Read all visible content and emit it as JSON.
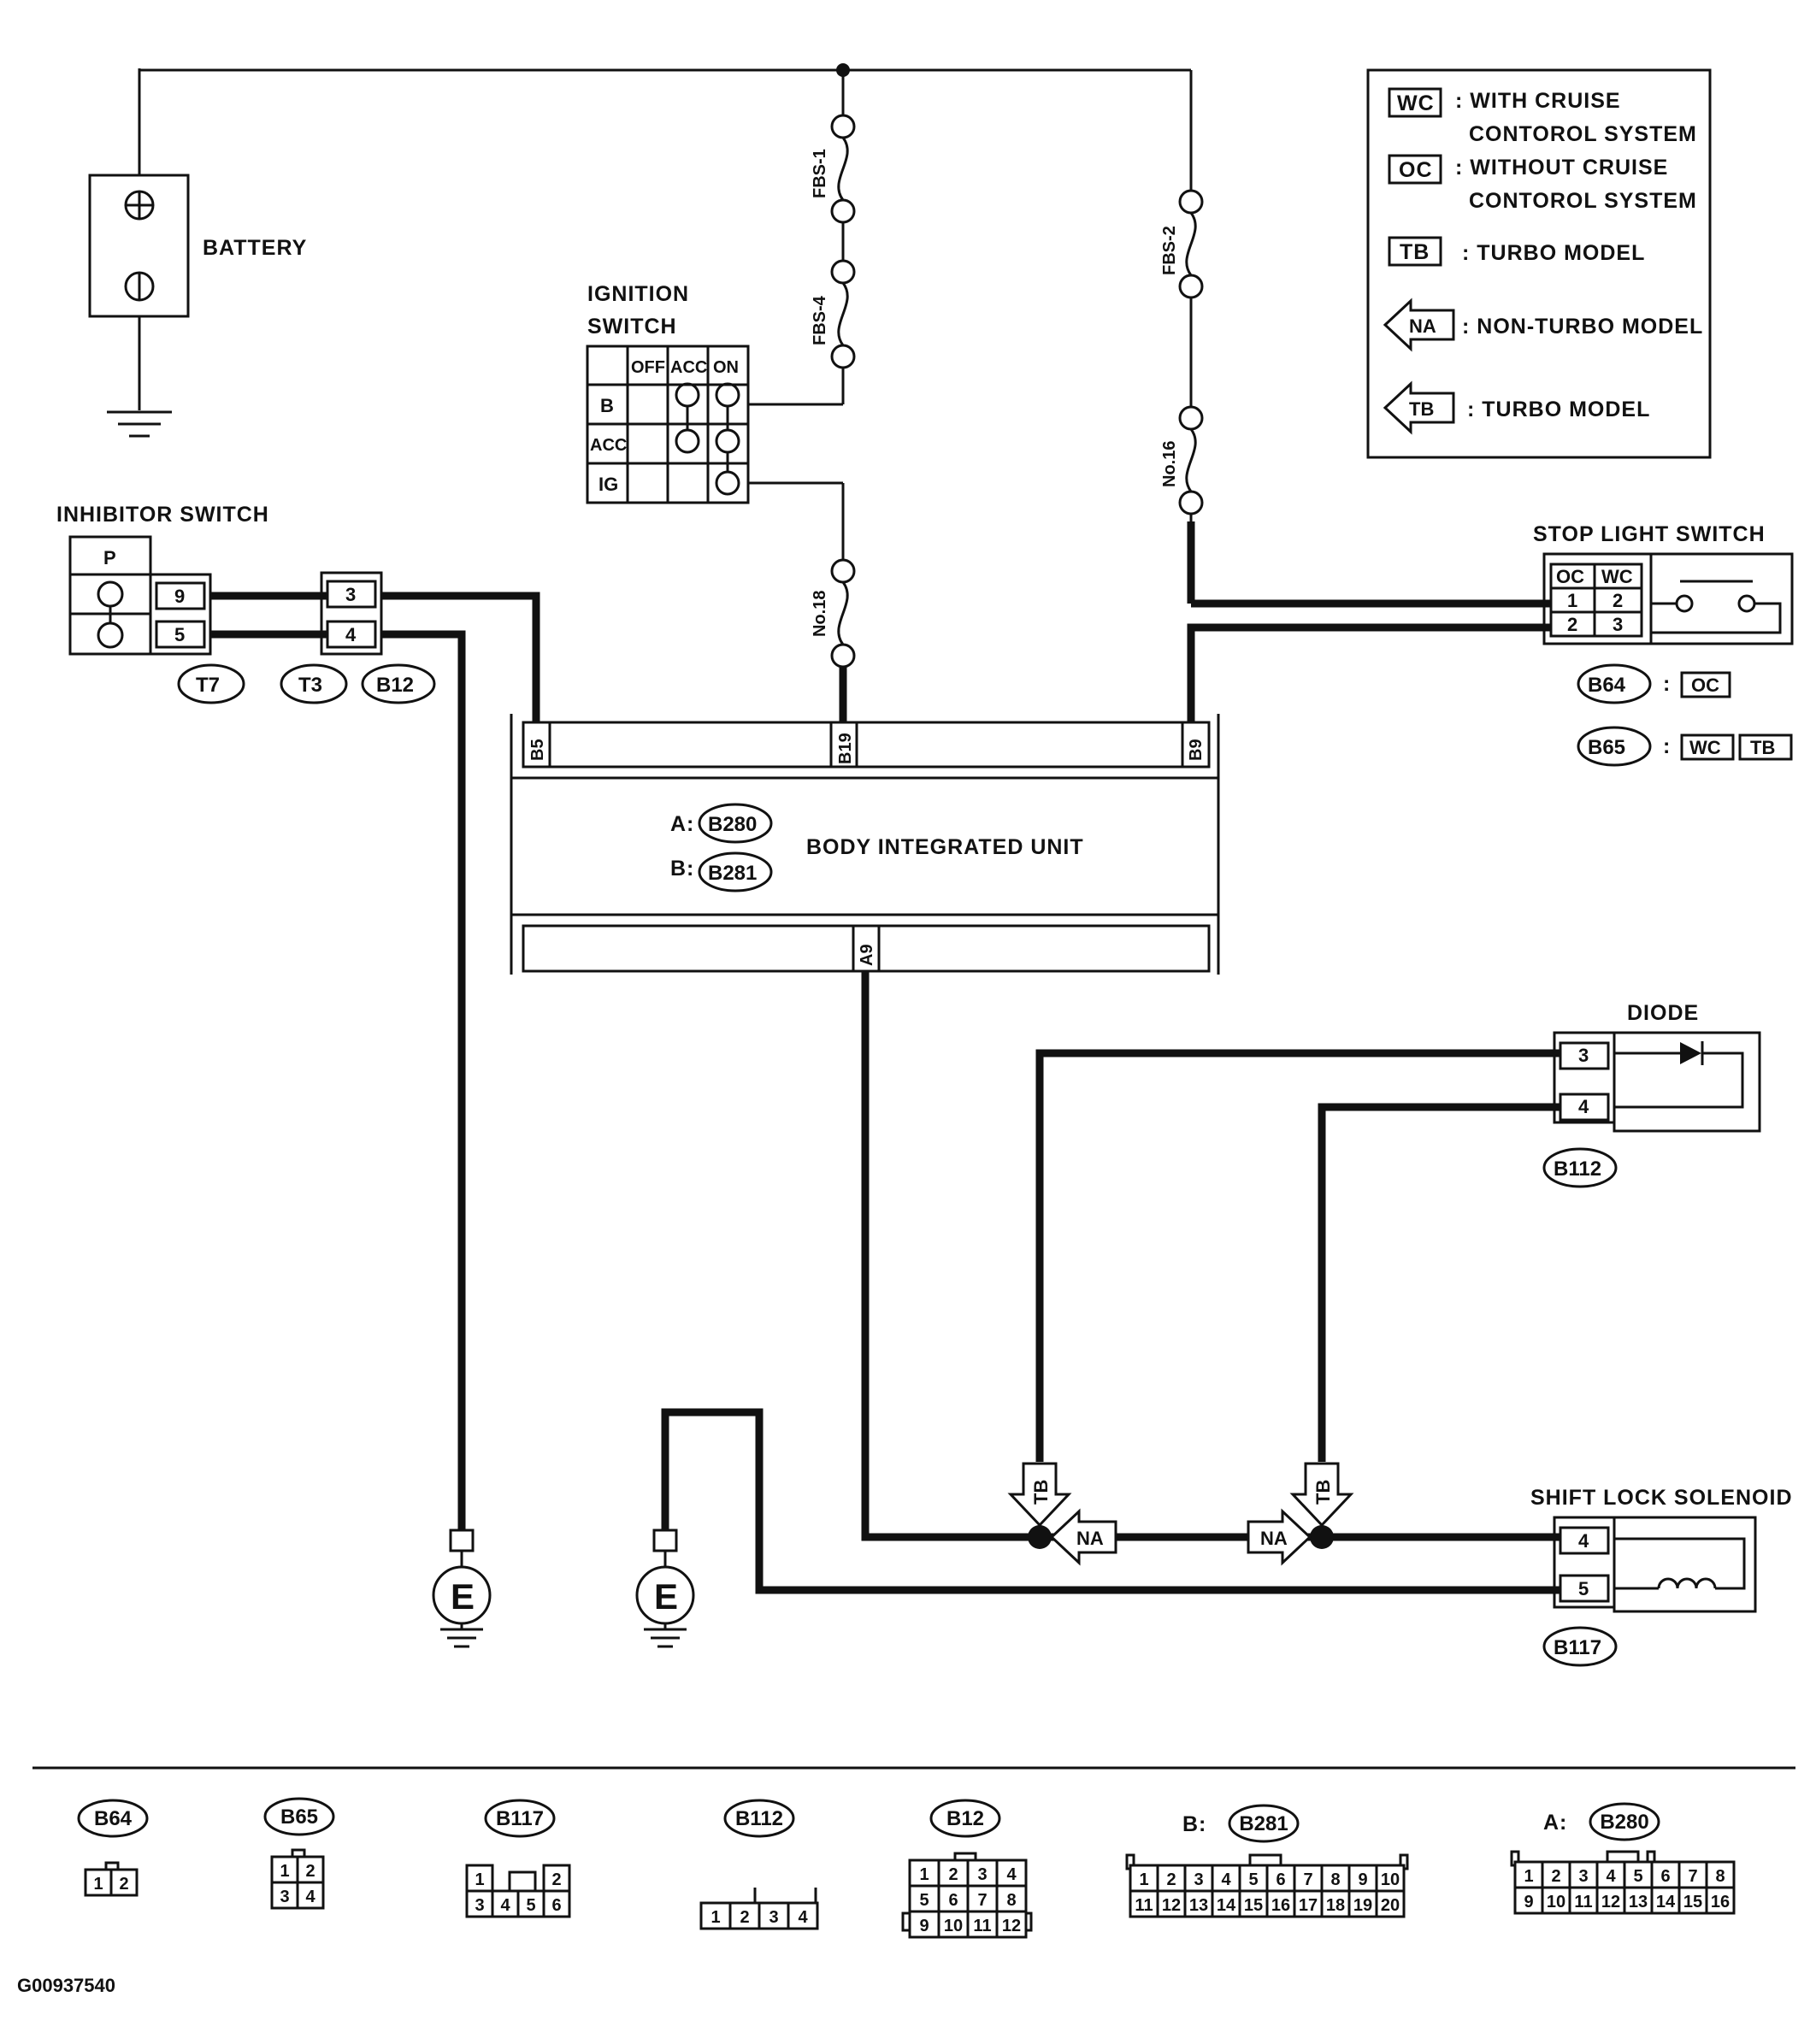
{
  "diagram_id": "G00937540",
  "legend": {
    "wc_code": "WC",
    "wc_text_1": ": WITH CRUISE",
    "wc_text_2": "CONTOROL SYSTEM",
    "oc_code": "OC",
    "oc_text_1": ": WITHOUT CRUISE",
    "oc_text_2": "CONTOROL SYSTEM",
    "tb_code": "TB",
    "tb_text": ": TURBO MODEL",
    "na_arrow": "NA",
    "na_arrow_text": ": NON-TURBO MODEL",
    "tb_arrow": "TB",
    "tb_arrow_text": ": TURBO MODEL"
  },
  "battery": {
    "label": "BATTERY"
  },
  "fuses": {
    "fbs1": "FBS-1",
    "fbs4": "FBS-4",
    "fbs2": "FBS-2",
    "no16": "No.16",
    "no18": "No.18"
  },
  "ignition_switch": {
    "label_1": "IGNITION",
    "label_2": "SWITCH",
    "col_off": "OFF",
    "col_acc": "ACC",
    "col_on": "ON",
    "row_b": "B",
    "row_acc": "ACC",
    "row_ig": "IG"
  },
  "inhibitor_switch": {
    "label": "INHIBITOR SWITCH",
    "position": "P",
    "pin_a": "9",
    "pin_b": "5",
    "conn_t7": "T7",
    "t3_pin_a": "3",
    "t3_pin_b": "4",
    "conn_t3": "T3",
    "conn_b12": "B12"
  },
  "body_unit": {
    "label": "BODY INTEGRATED UNIT",
    "a_prefix": "A:",
    "a_conn": "B280",
    "b_prefix": "B:",
    "b_conn": "B281",
    "pin_b5": "B5",
    "pin_b19": "B19",
    "pin_b9": "B9",
    "pin_a9": "A9"
  },
  "stop_light_switch": {
    "label": "STOP LIGHT SWITCH",
    "hdr_oc": "OC",
    "hdr_wc": "WC",
    "r1_oc": "1",
    "r1_wc": "2",
    "r2_oc": "2",
    "r2_wc": "3",
    "b64": "B64",
    "b64_sep": ":",
    "b64_code": "OC",
    "b65": "B65",
    "b65_sep": ":",
    "b65_code1": "WC",
    "b65_code2": "TB"
  },
  "diode": {
    "label": "DIODE",
    "pin_a": "3",
    "pin_b": "4",
    "conn": "B112"
  },
  "shift_lock_solenoid": {
    "label": "SHIFT LOCK SOLENOID",
    "pin_a": "4",
    "pin_b": "5",
    "conn": "B117"
  },
  "junctions": {
    "tb_left": "TB",
    "na_left": "NA",
    "na_right": "NA",
    "tb_right": "TB"
  },
  "grounds": {
    "left": "E",
    "right": "E"
  },
  "connector_views": {
    "b64": {
      "name": "B64",
      "pins": [
        "1",
        "2"
      ]
    },
    "b65": {
      "name": "B65",
      "pins": [
        "1",
        "2",
        "3",
        "4"
      ]
    },
    "b117": {
      "name": "B117",
      "pins": [
        "1",
        "2",
        "3",
        "4",
        "5",
        "6"
      ]
    },
    "b112": {
      "name": "B112",
      "pins": [
        "1",
        "2",
        "3",
        "4"
      ]
    },
    "b12": {
      "name": "B12",
      "pins": [
        "1",
        "2",
        "3",
        "4",
        "5",
        "6",
        "7",
        "8",
        "9",
        "10",
        "11",
        "12"
      ]
    },
    "b281": {
      "prefix": "B:",
      "name": "B281",
      "pins": [
        "1",
        "2",
        "3",
        "4",
        "5",
        "6",
        "7",
        "8",
        "9",
        "10",
        "11",
        "12",
        "13",
        "14",
        "15",
        "16",
        "17",
        "18",
        "19",
        "20"
      ]
    },
    "b280": {
      "prefix": "A:",
      "name": "B280",
      "pins": [
        "1",
        "2",
        "3",
        "4",
        "5",
        "6",
        "7",
        "8",
        "9",
        "10",
        "11",
        "12",
        "13",
        "14",
        "15",
        "16"
      ]
    }
  }
}
